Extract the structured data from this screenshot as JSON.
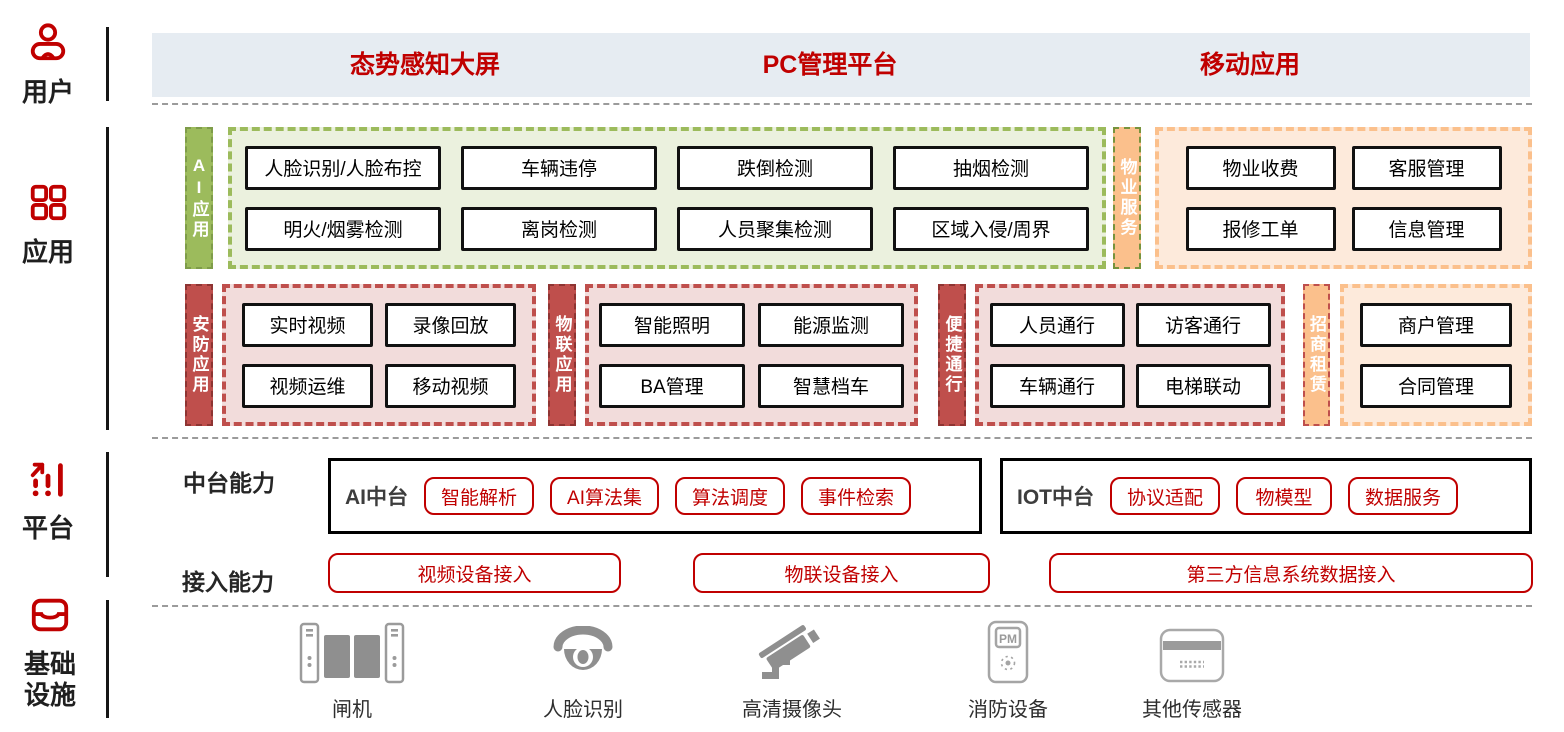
{
  "colors": {
    "accent_red": "#C00000",
    "section_red": "#BF4F4C",
    "section_red_bg": "#F2DCDB",
    "section_green": "#9CBB5C",
    "section_green_bg": "#EBF1DE",
    "section_orange": "#FBC08C",
    "section_orange_bg": "#FDEADB",
    "topbar_bg": "#E6ECF2",
    "device_gray": "#8F8F8F"
  },
  "sidebar": {
    "items": [
      {
        "label": "用户",
        "icon": "user-icon"
      },
      {
        "label": "应用",
        "icon": "app-grid-icon"
      },
      {
        "label": "平台",
        "icon": "bar-chart-icon"
      },
      {
        "label": "基础设施",
        "icon": "inbox-icon"
      }
    ]
  },
  "topbar": {
    "items": [
      "态势感知大屏",
      "PC管理平台",
      "移动应用"
    ]
  },
  "app_layer": {
    "sections": [
      {
        "label": "AI应用",
        "theme": "green",
        "items": [
          "人脸识别/人脸布控",
          "车辆违停",
          "跌倒检测",
          "抽烟检测",
          "明火/烟雾检测",
          "离岗检测",
          "人员聚集检测",
          "区域入侵/周界"
        ]
      },
      {
        "label": "物业服务",
        "theme": "orange",
        "items": [
          "物业收费",
          "客服管理",
          "报修工单",
          "信息管理"
        ]
      },
      {
        "label": "安防应用",
        "theme": "red",
        "items": [
          "实时视频",
          "录像回放",
          "视频运维",
          "移动视频"
        ]
      },
      {
        "label": "物联应用",
        "theme": "red",
        "items": [
          "智能照明",
          "能源监测",
          "BA管理",
          "智慧档车"
        ]
      },
      {
        "label": "便捷通行",
        "theme": "red",
        "items": [
          "人员通行",
          "访客通行",
          "车辆通行",
          "电梯联动"
        ]
      },
      {
        "label": "招商租赁",
        "theme": "orange",
        "items": [
          "商户管理",
          "合同管理"
        ]
      }
    ]
  },
  "platform_layer": {
    "mid_title": "中台能力",
    "groups": [
      {
        "label": "AI中台",
        "items": [
          "智能解析",
          "AI算法集",
          "算法调度",
          "事件检索"
        ]
      },
      {
        "label": "IOT中台",
        "items": [
          "协议适配",
          "物模型",
          "数据服务"
        ]
      }
    ],
    "access_title": "接入能力",
    "access_items": [
      "视频设备接入",
      "物联设备接入",
      "第三方信息系统数据接入"
    ]
  },
  "infra_layer": {
    "devices": [
      {
        "label": "闸机",
        "icon": "gate-icon"
      },
      {
        "label": "人脸识别",
        "icon": "dome-camera-icon"
      },
      {
        "label": "高清摄像头",
        "icon": "cctv-camera-icon"
      },
      {
        "label": "消防设备",
        "icon": "fire-device-icon",
        "icon_text": "PM"
      },
      {
        "label": "其他传感器",
        "icon": "sensor-icon"
      }
    ]
  }
}
